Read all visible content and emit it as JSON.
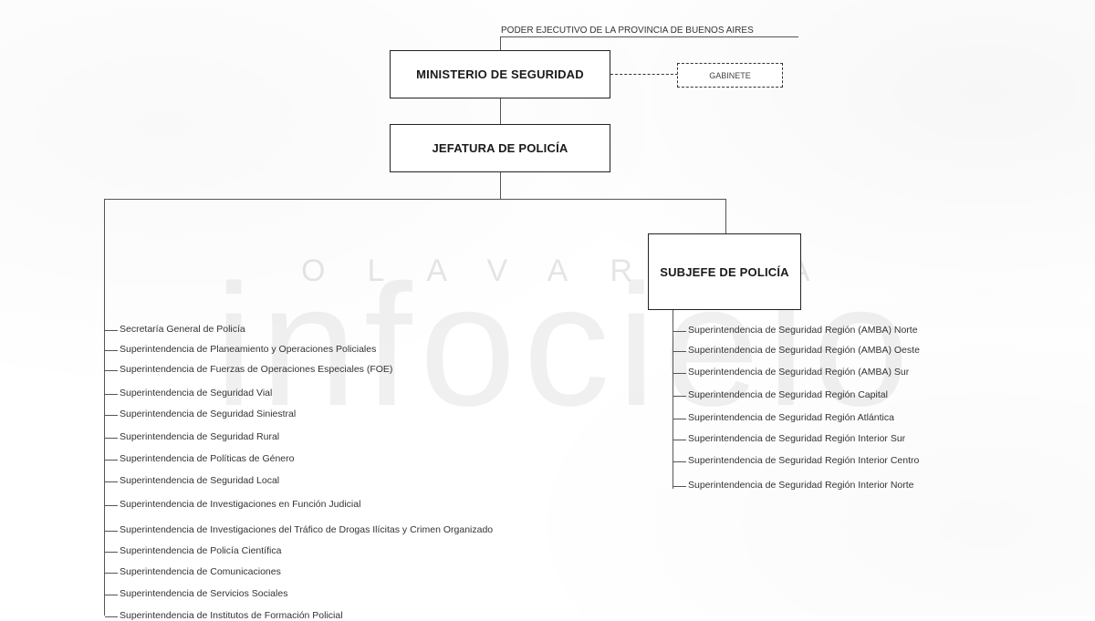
{
  "header": {
    "top_label": "PODER EJECUTIVO DE LA PROVINCIA DE BUENOS AIRES"
  },
  "nodes": {
    "ministerio": "MINISTERIO DE SEGURIDAD",
    "gabinete": "GABINETE",
    "jefatura": "JEFATURA DE POLICÍA",
    "subjefe": "SUBJEFE DE POLICÍA"
  },
  "left_items": [
    "Secretaría General de Policía",
    "Superintendencia de Planeamiento y Operaciones Policiales",
    "Superintendencia de Fuerzas de Operaciones Especiales (FOE)",
    "Superintendencia de Seguridad Vial",
    "Superintendencia de Seguridad Siniestral",
    "Superintendencia de Seguridad Rural",
    "Superintendencia de Políticas de Género",
    "Superintendencia de Seguridad Local",
    "Superintendencia de Investigaciones en Función Judicial",
    "Superintendencia de Investigaciones del Tráfico de Drogas Ilícitas y Crimen Organizado",
    "Superintendencia de Policía Científica",
    "Superintendencia de Comunicaciones",
    "Superintendencia de Servicios Sociales",
    "Superintendencia de Institutos de Formación Policial"
  ],
  "right_items": [
    "Superintendencia de Seguridad Región (AMBA) Norte",
    "Superintendencia de Seguridad Región (AMBA) Oeste",
    "Superintendencia de Seguridad Región (AMBA) Sur",
    "Superintendencia de Seguridad Región Capital",
    "Superintendencia de Seguridad Región Atlántica",
    "Superintendencia de Seguridad Región Interior Sur",
    "Superintendencia de Seguridad Región Interior Centro",
    "Superintendencia de Seguridad Región Interior Norte"
  ],
  "watermark": {
    "brand": "infocielo",
    "city": "OLAVARRIA"
  }
}
